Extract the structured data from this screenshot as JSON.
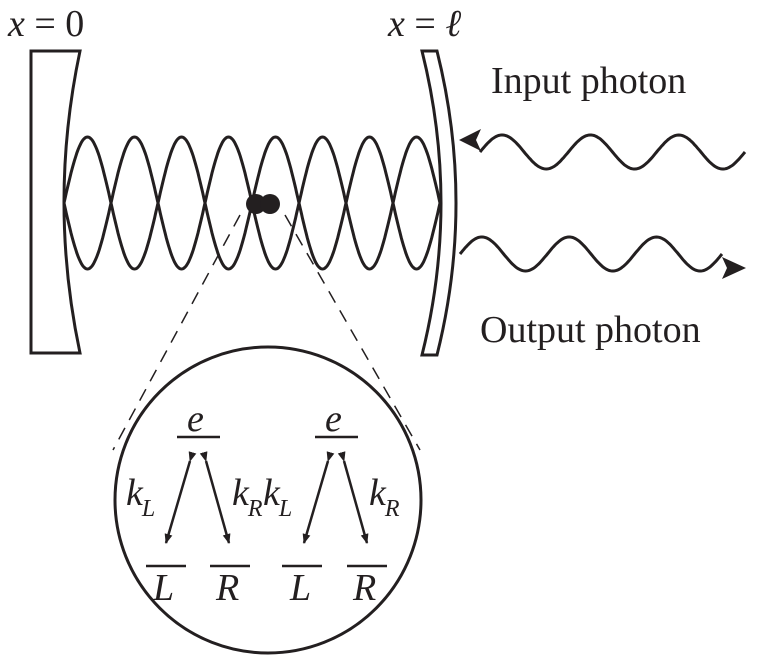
{
  "labels": {
    "left_mirror_pos": {
      "var": "x",
      "eq": " = 0"
    },
    "right_mirror_pos": {
      "var": "x",
      "eq": " = ",
      "val": "ℓ"
    },
    "input_photon": "Input photon",
    "output_photon": "Output photon"
  },
  "inset": {
    "level_e": "e",
    "level_L": "L",
    "level_R": "R",
    "coupling_k": "k",
    "sub_L": "L",
    "sub_R": "R"
  },
  "colors": {
    "ink": "#231f20",
    "background": "#ffffff"
  }
}
